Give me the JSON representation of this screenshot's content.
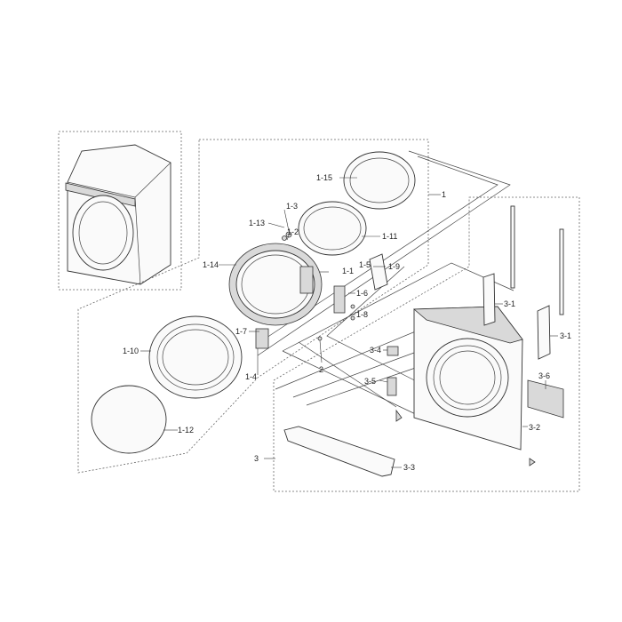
{
  "labels": {
    "l1": "1",
    "l1_1": "1-1",
    "l1_2": "1-2",
    "l1_3": "1-3",
    "l1_4": "1-4",
    "l1_5": "1-5",
    "l1_6": "1-6",
    "l1_7": "1-7",
    "l1_8": "1-8",
    "l1_9": "1-9",
    "l1_10": "1-10",
    "l1_11": "1-11",
    "l1_12": "1-12",
    "l1_13": "1-13",
    "l1_14": "1-14",
    "l1_15": "1-15",
    "l2": "2",
    "l3": "3",
    "l3_1a": "3-1",
    "l3_1b": "3-1",
    "l3_2": "3-2",
    "l3_3": "3-3",
    "l3_4": "3-4",
    "l3_5": "3-5",
    "l3_6": "3-6"
  }
}
